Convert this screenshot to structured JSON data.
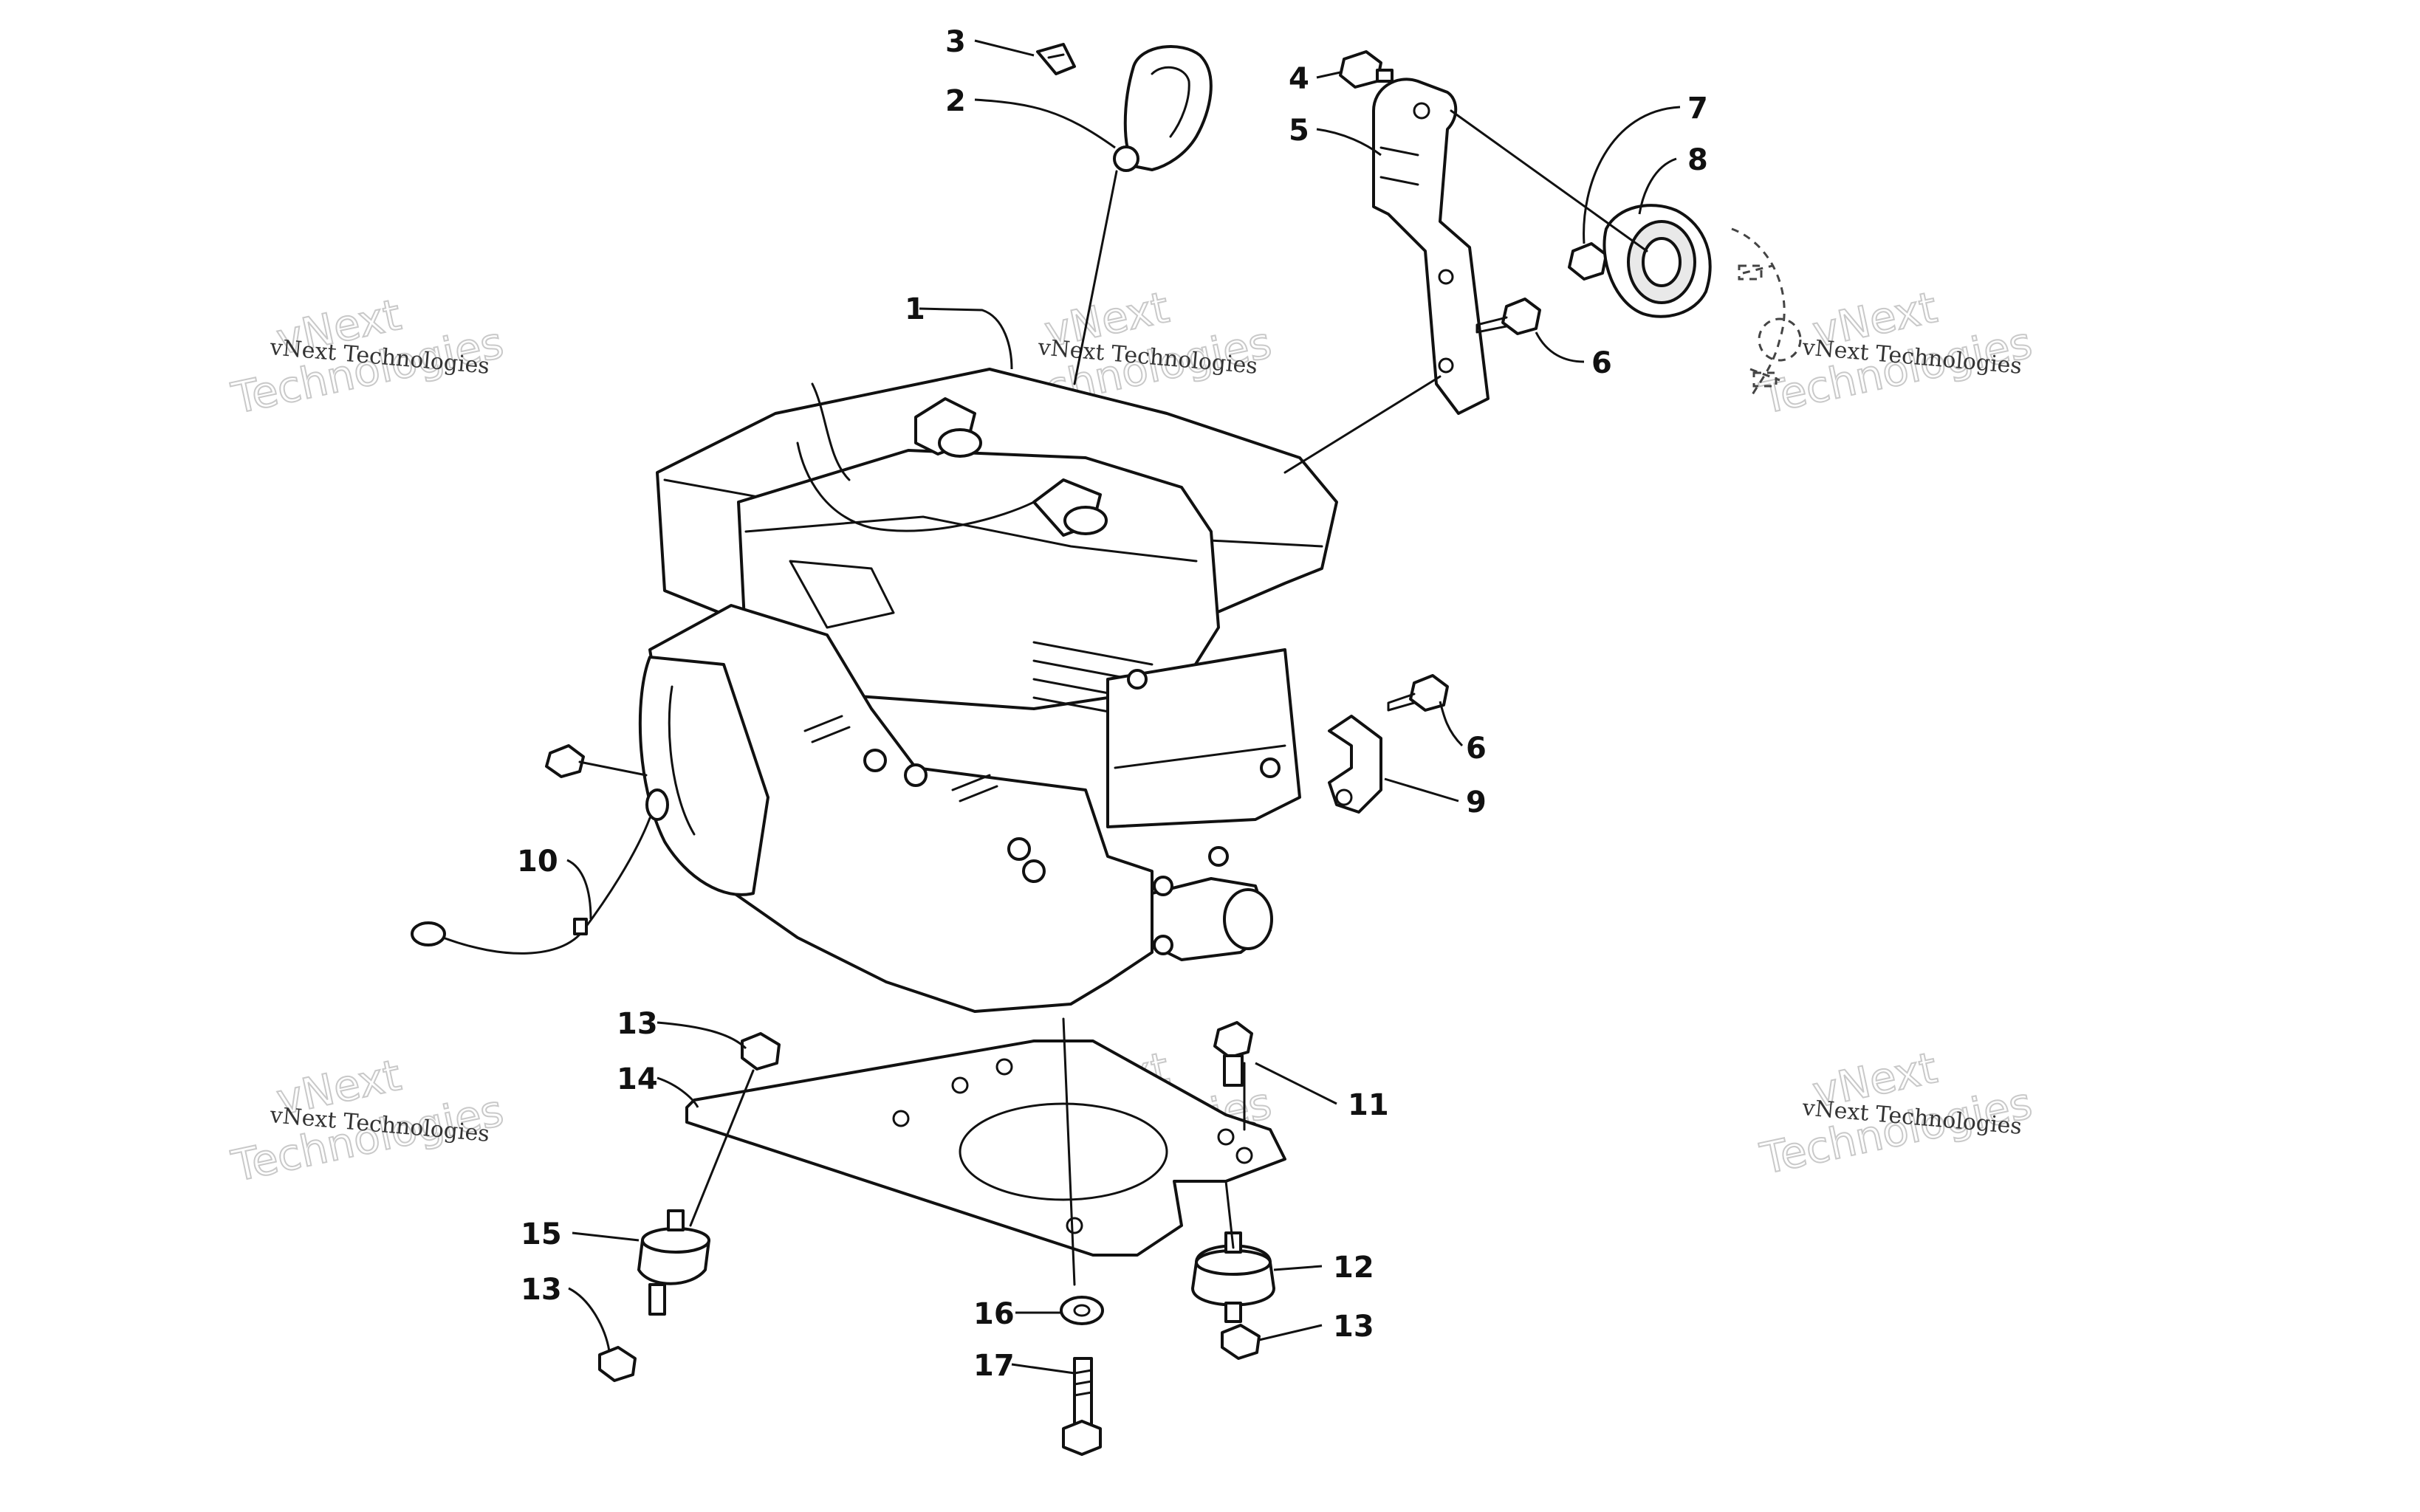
{
  "diagram": {
    "callouts": [
      {
        "id": "c1",
        "label": "1"
      },
      {
        "id": "c2",
        "label": "2"
      },
      {
        "id": "c3",
        "label": "3"
      },
      {
        "id": "c4",
        "label": "4"
      },
      {
        "id": "c5",
        "label": "5"
      },
      {
        "id": "c6a",
        "label": "6"
      },
      {
        "id": "c6b",
        "label": "6"
      },
      {
        "id": "c7",
        "label": "7"
      },
      {
        "id": "c8",
        "label": "8"
      },
      {
        "id": "c9",
        "label": "9"
      },
      {
        "id": "c10",
        "label": "10"
      },
      {
        "id": "c11",
        "label": "11"
      },
      {
        "id": "c12",
        "label": "12"
      },
      {
        "id": "c13a",
        "label": "13"
      },
      {
        "id": "c13b",
        "label": "13"
      },
      {
        "id": "c13c",
        "label": "13"
      },
      {
        "id": "c14",
        "label": "14"
      },
      {
        "id": "c15",
        "label": "15"
      },
      {
        "id": "c16",
        "label": "16"
      },
      {
        "id": "c17",
        "label": "17"
      }
    ],
    "watermark": {
      "line1": "vNext Technologies",
      "line2": "vNext",
      "line3": "Technologies"
    }
  }
}
